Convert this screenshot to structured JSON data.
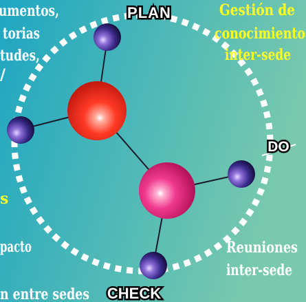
{
  "colors": {
    "bg_left": "#24a9c0",
    "bg_right": "#6fc8b0",
    "white": "#ffffff",
    "yellow": "#ffff22",
    "red_sphere": "#e02a1c",
    "pink_sphere": "#e8267f",
    "purple_sphere": "#2a1f6a"
  },
  "labels": {
    "plan": "PLAN",
    "do": "DO",
    "check": "CHECK"
  },
  "texts": {
    "left_top_line1": "umentos,",
    "left_top_line2": "torias",
    "left_top_line3": "tudes,",
    "left_top_line4": "/",
    "left_mid_yellow": "s",
    "left_bottom": "pacto",
    "bottom_left": "n entre sedes",
    "top_right_line1": "Gestión de",
    "top_right_line2": "conocimiento",
    "top_right_line3": "inter-sede",
    "bottom_right_line1": "Reuniones",
    "bottom_right_line2": "inter-sede"
  }
}
